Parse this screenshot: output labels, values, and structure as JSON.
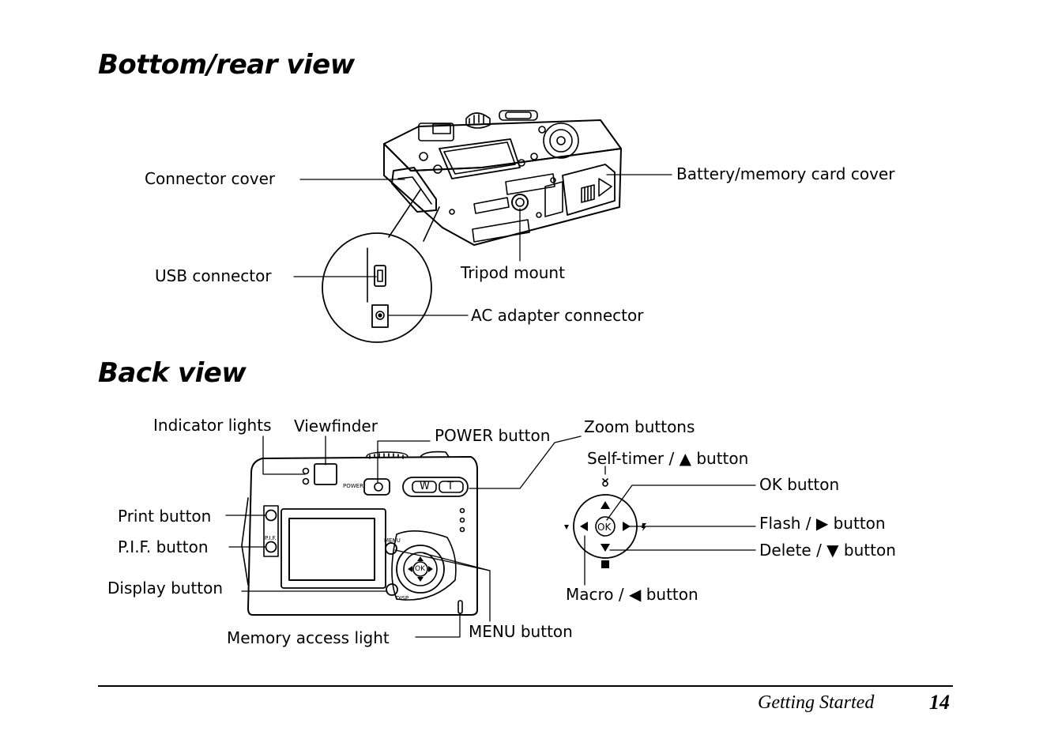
{
  "sections": {
    "bottom_rear_title": "Bottom/rear view",
    "back_title": "Back view"
  },
  "bottom_labels": {
    "connector_cover": "Connector cover",
    "battery_cover": "Battery/memory card cover",
    "usb_connector": "USB connector",
    "tripod_mount": "Tripod mount",
    "ac_adapter": "AC adapter connector"
  },
  "back_labels": {
    "indicator_lights": "Indicator lights",
    "viewfinder": "Viewfinder",
    "power_button": "POWER button",
    "zoom_buttons": "Zoom buttons",
    "self_timer": "Self-timer / ▲ button",
    "ok_button": "OK button",
    "print_button": "Print button",
    "pif_button": "P.I.F. button",
    "flash_button": "Flash / ▶ button",
    "delete_button": "Delete / ▼ button",
    "display_button": "Display button",
    "macro_button": "Macro / ◀ button",
    "memory_light": "Memory access light",
    "menu_button": "MENU button"
  },
  "camera_markings": {
    "power": "POWER",
    "w": "W",
    "t": "T",
    "menu": "MENU",
    "ok": "OK",
    "disp": "DISP",
    "pif": "P.I.F."
  },
  "footer": {
    "section": "Getting Started",
    "page": "14"
  }
}
